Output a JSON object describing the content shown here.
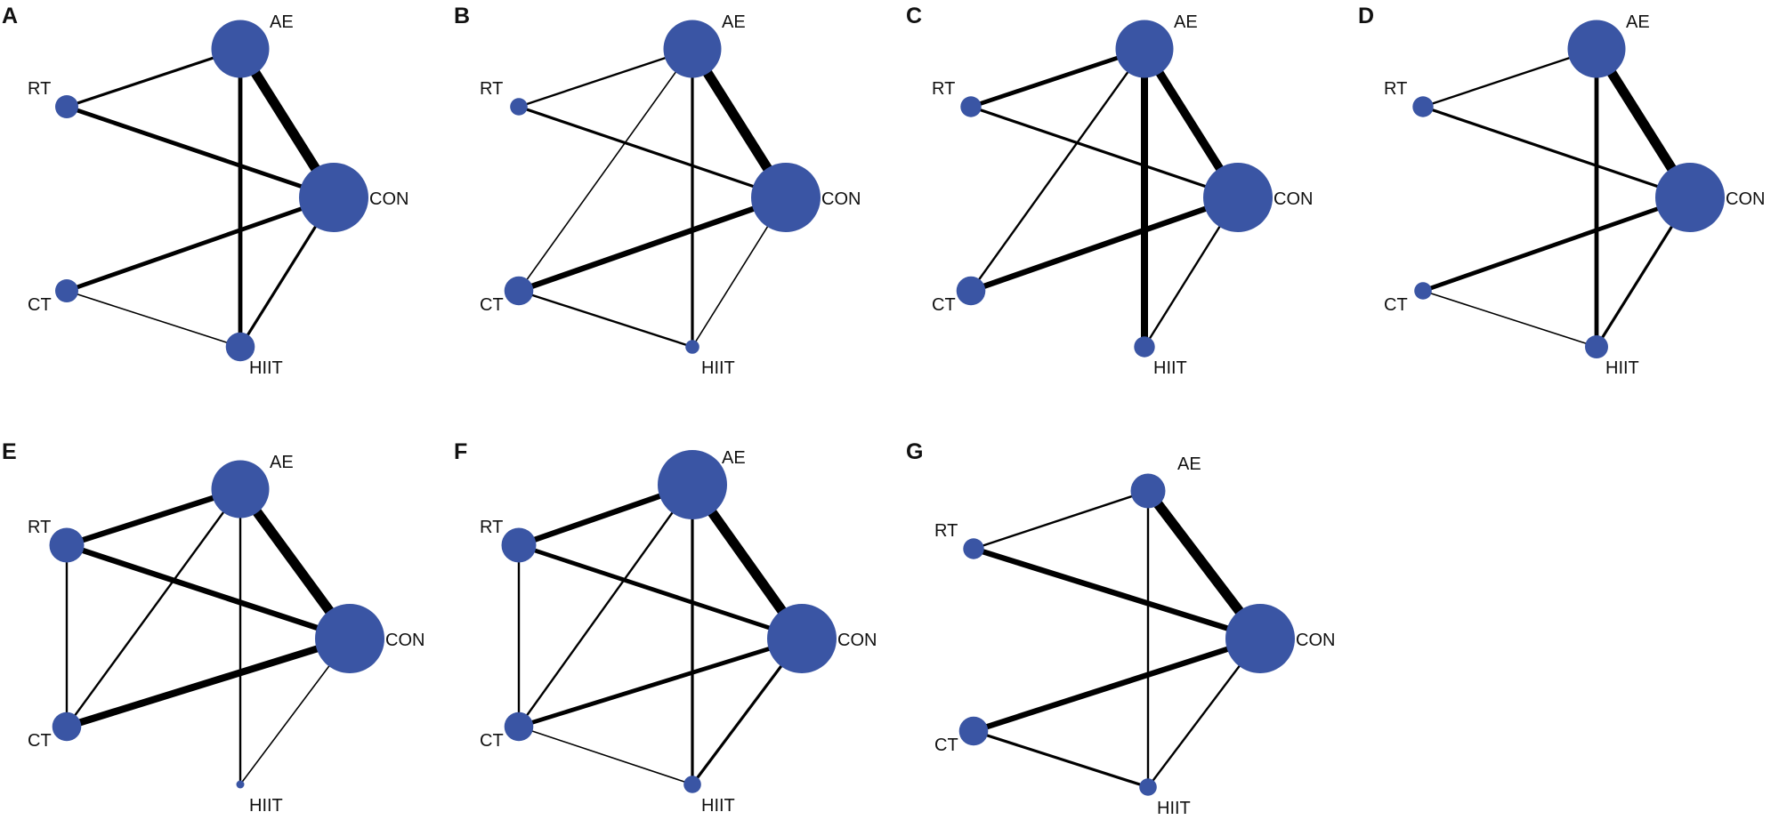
{
  "figure": {
    "node_color": "#3a55a4",
    "edge_color": "#000000",
    "panels": [
      {
        "id": "A",
        "nodes": [
          {
            "id": "AE",
            "label": "AE",
            "size": 5
          },
          {
            "id": "RT",
            "label": "RT",
            "size": 2
          },
          {
            "id": "CON",
            "label": "CON",
            "size": 6
          },
          {
            "id": "CT",
            "label": "CT",
            "size": 2
          },
          {
            "id": "HIIT",
            "label": "HIIT",
            "size": 2.5
          }
        ],
        "edges": [
          {
            "from": "AE",
            "to": "RT",
            "weight": 2
          },
          {
            "from": "AE",
            "to": "CON",
            "weight": 7
          },
          {
            "from": "AE",
            "to": "HIIT",
            "weight": 3
          },
          {
            "from": "RT",
            "to": "CON",
            "weight": 3
          },
          {
            "from": "CT",
            "to": "CON",
            "weight": 3
          },
          {
            "from": "CT",
            "to": "HIIT",
            "weight": 1
          },
          {
            "from": "HIIT",
            "to": "CON",
            "weight": 2
          }
        ]
      },
      {
        "id": "B",
        "nodes": [
          {
            "id": "AE",
            "label": "AE",
            "size": 5
          },
          {
            "id": "RT",
            "label": "RT",
            "size": 1.5
          },
          {
            "id": "CON",
            "label": "CON",
            "size": 6
          },
          {
            "id": "CT",
            "label": "CT",
            "size": 2.5
          },
          {
            "id": "HIIT",
            "label": "HIIT",
            "size": 1.2
          }
        ],
        "edges": [
          {
            "from": "AE",
            "to": "RT",
            "weight": 1.5
          },
          {
            "from": "AE",
            "to": "CON",
            "weight": 7
          },
          {
            "from": "AE",
            "to": "CT",
            "weight": 1
          },
          {
            "from": "AE",
            "to": "HIIT",
            "weight": 2
          },
          {
            "from": "RT",
            "to": "CON",
            "weight": 2
          },
          {
            "from": "CT",
            "to": "CON",
            "weight": 4
          },
          {
            "from": "CT",
            "to": "HIIT",
            "weight": 1.5
          },
          {
            "from": "HIIT",
            "to": "CON",
            "weight": 1
          }
        ]
      },
      {
        "id": "C",
        "nodes": [
          {
            "id": "AE",
            "label": "AE",
            "size": 5
          },
          {
            "id": "RT",
            "label": "RT",
            "size": 1.8
          },
          {
            "id": "CON",
            "label": "CON",
            "size": 6
          },
          {
            "id": "CT",
            "label": "CT",
            "size": 2.5
          },
          {
            "id": "HIIT",
            "label": "HIIT",
            "size": 1.8
          }
        ],
        "edges": [
          {
            "from": "AE",
            "to": "RT",
            "weight": 3
          },
          {
            "from": "AE",
            "to": "CON",
            "weight": 6
          },
          {
            "from": "AE",
            "to": "CT",
            "weight": 1.5
          },
          {
            "from": "AE",
            "to": "HIIT",
            "weight": 5
          },
          {
            "from": "RT",
            "to": "CON",
            "weight": 2
          },
          {
            "from": "CT",
            "to": "CON",
            "weight": 4
          },
          {
            "from": "HIIT",
            "to": "CON",
            "weight": 1.5
          }
        ]
      },
      {
        "id": "D",
        "nodes": [
          {
            "id": "AE",
            "label": "AE",
            "size": 5
          },
          {
            "id": "RT",
            "label": "RT",
            "size": 1.8
          },
          {
            "id": "CON",
            "label": "CON",
            "size": 6
          },
          {
            "id": "CT",
            "label": "CT",
            "size": 1.5
          },
          {
            "id": "HIIT",
            "label": "HIIT",
            "size": 2
          }
        ],
        "edges": [
          {
            "from": "AE",
            "to": "RT",
            "weight": 1.5
          },
          {
            "from": "AE",
            "to": "CON",
            "weight": 7
          },
          {
            "from": "AE",
            "to": "HIIT",
            "weight": 3
          },
          {
            "from": "RT",
            "to": "CON",
            "weight": 2
          },
          {
            "from": "CT",
            "to": "CON",
            "weight": 3
          },
          {
            "from": "CT",
            "to": "HIIT",
            "weight": 1
          },
          {
            "from": "HIIT",
            "to": "CON",
            "weight": 2
          }
        ]
      },
      {
        "id": "E",
        "nodes": [
          {
            "id": "AE",
            "label": "AE",
            "size": 5
          },
          {
            "id": "RT",
            "label": "RT",
            "size": 3
          },
          {
            "id": "CON",
            "label": "CON",
            "size": 6
          },
          {
            "id": "CT",
            "label": "CT",
            "size": 2.5
          },
          {
            "id": "HIIT",
            "label": "HIIT",
            "size": 0.7
          }
        ],
        "edges": [
          {
            "from": "AE",
            "to": "RT",
            "weight": 4
          },
          {
            "from": "AE",
            "to": "CON",
            "weight": 7
          },
          {
            "from": "AE",
            "to": "CT",
            "weight": 1.5
          },
          {
            "from": "AE",
            "to": "HIIT",
            "weight": 1.5
          },
          {
            "from": "RT",
            "to": "CON",
            "weight": 4
          },
          {
            "from": "RT",
            "to": "CT",
            "weight": 1.5
          },
          {
            "from": "CT",
            "to": "CON",
            "weight": 5
          },
          {
            "from": "HIIT",
            "to": "CON",
            "weight": 1
          }
        ]
      },
      {
        "id": "F",
        "nodes": [
          {
            "id": "AE",
            "label": "AE",
            "size": 6
          },
          {
            "id": "RT",
            "label": "RT",
            "size": 3
          },
          {
            "id": "CON",
            "label": "CON",
            "size": 6
          },
          {
            "id": "CT",
            "label": "CT",
            "size": 2.5
          },
          {
            "id": "HIIT",
            "label": "HIIT",
            "size": 1.5
          }
        ],
        "edges": [
          {
            "from": "AE",
            "to": "RT",
            "weight": 4
          },
          {
            "from": "AE",
            "to": "CON",
            "weight": 7
          },
          {
            "from": "AE",
            "to": "CT",
            "weight": 1.5
          },
          {
            "from": "AE",
            "to": "HIIT",
            "weight": 2
          },
          {
            "from": "RT",
            "to": "CON",
            "weight": 3
          },
          {
            "from": "RT",
            "to": "CT",
            "weight": 1.5
          },
          {
            "from": "CT",
            "to": "CON",
            "weight": 3
          },
          {
            "from": "CT",
            "to": "HIIT",
            "weight": 1
          },
          {
            "from": "HIIT",
            "to": "CON",
            "weight": 2
          }
        ]
      },
      {
        "id": "G",
        "nodes": [
          {
            "id": "AE",
            "label": "AE",
            "size": 3
          },
          {
            "id": "RT",
            "label": "RT",
            "size": 1.8
          },
          {
            "id": "CON",
            "label": "CON",
            "size": 6
          },
          {
            "id": "CT",
            "label": "CT",
            "size": 2.5
          },
          {
            "id": "HIIT",
            "label": "HIIT",
            "size": 1.5
          }
        ],
        "edges": [
          {
            "from": "AE",
            "to": "RT",
            "weight": 1.5
          },
          {
            "from": "AE",
            "to": "CON",
            "weight": 7
          },
          {
            "from": "AE",
            "to": "HIIT",
            "weight": 1.5
          },
          {
            "from": "RT",
            "to": "CON",
            "weight": 4
          },
          {
            "from": "CT",
            "to": "CON",
            "weight": 4
          },
          {
            "from": "CT",
            "to": "HIIT",
            "weight": 2
          },
          {
            "from": "HIIT",
            "to": "CON",
            "weight": 1.5
          }
        ]
      }
    ]
  }
}
